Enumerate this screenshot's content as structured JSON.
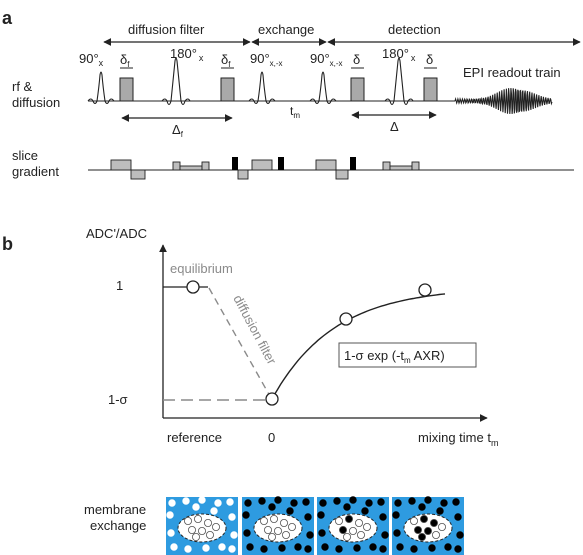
{
  "panel_a": {
    "label": "a",
    "phases": {
      "diffusion_filter": "diffusion filter",
      "exchange": "exchange",
      "detection": "detection"
    },
    "row_labels": {
      "rf_line1": "rf &",
      "rf_line2": "diffusion",
      "slice_line1": "slice",
      "slice_line2": "gradient"
    },
    "pulses": {
      "p90x": "90°",
      "p90x_sub": "x",
      "p180x": "180°",
      "p180x_sub": "x",
      "p90xx": "90°",
      "p90xx_sub": "x,-x",
      "p90xx2": "90°",
      "p90xx2_sub": "x,-x",
      "p180x2": "180°",
      "p180x2_sub": "x"
    },
    "timing": {
      "delta_f": "δ",
      "delta_f_sub": "f",
      "Delta_f": "Δ",
      "Delta_f_sub": "f",
      "tm": "t",
      "tm_sub": "m",
      "delta": "δ",
      "Delta": "Δ"
    },
    "epi": "EPI readout train"
  },
  "panel_b": {
    "label": "b",
    "y_axis_label": "ADC'/ADC",
    "y_tick_1": "1",
    "y_tick_1s": "1-σ",
    "x_tick_ref": "reference",
    "x_tick_0": "0",
    "x_axis_label": "mixing time t",
    "x_axis_sub": "m",
    "equilibrium": "equilibrium",
    "diffusion_filter": "diffusion filter",
    "formula_a": "1-σ exp (-t",
    "formula_sub": "m",
    "formula_b": " AXR)"
  },
  "membrane": {
    "line1": "membrane",
    "line2": "exchange",
    "tile_bg": "#2e9be0",
    "cell_bg": "#ffffff"
  }
}
